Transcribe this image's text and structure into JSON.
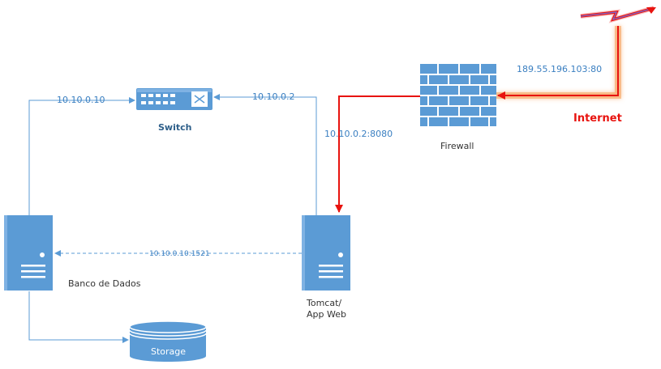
{
  "nodes": {
    "switch": {
      "label": "Switch"
    },
    "firewall": {
      "label": "Firewall"
    },
    "database_server": {
      "label": "Banco de Dados"
    },
    "app_server": {
      "label_line1": "Tomcat/",
      "label_line2": "App Web"
    },
    "storage": {
      "label": "Storage"
    },
    "internet": {
      "label": "Internet"
    }
  },
  "connections": {
    "db_to_switch": "10.10.0.10",
    "app_to_switch": "10.10.0.2",
    "firewall_to_app": "10.10.0.2:8080",
    "internet_to_firewall": "189.55.196.103:80",
    "app_to_db": "10.10.0.10:1521"
  },
  "colors": {
    "device_blue": "#5b9bd5",
    "connector_blue": "#5b9bd5",
    "internet_red": "#e8130f",
    "firewall_brick": "#5b9bd5"
  }
}
